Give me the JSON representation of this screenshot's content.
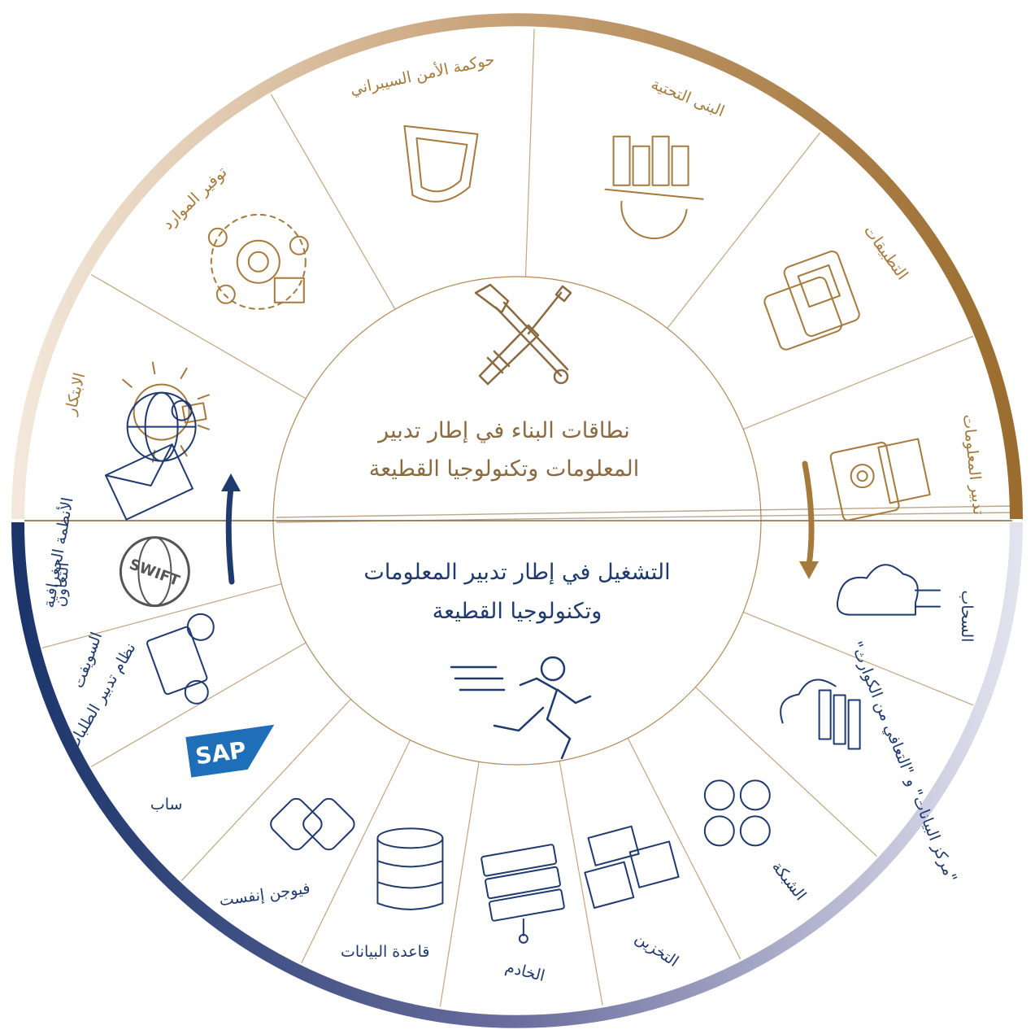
{
  "center": {
    "top_title_line1": "نطاقات البناء في إطار تدبير",
    "top_title_line2": "المعلومات وتكنولوجيا القطيعة",
    "bottom_title_line1": "التشغيل في إطار تدبير المعلومات",
    "bottom_title_line2": "وتكنولوجيا القطيعة"
  },
  "build_domains": [
    {
      "label": "حوكمة الأمن السيبراني",
      "icon": "shield-icon"
    },
    {
      "label": "البنى التحتية",
      "icon": "infrastructure-icon"
    },
    {
      "label": "التطبيقات",
      "icon": "applications-icon"
    },
    {
      "label": "تدبير المعلومات",
      "icon": "documents-gear-icon"
    },
    {
      "label": "الابتكار",
      "icon": "lightbulb-icon"
    },
    {
      "label": "توفير الموارد",
      "icon": "resources-icon"
    }
  ],
  "operation_domains": [
    {
      "label": "السحاب",
      "icon": "cloud-icon"
    },
    {
      "label": "\"مركز البيانات\" و \"التعافي من الكوارث\"",
      "icon": "datacenter-icon"
    },
    {
      "label": "الشبكة",
      "icon": "network-icon"
    },
    {
      "label": "التخزين",
      "icon": "storage-icon"
    },
    {
      "label": "الخادم",
      "icon": "server-icon"
    },
    {
      "label": "قاعدة البيانات",
      "icon": "database-icon"
    },
    {
      "label": "فيوجن إنفست",
      "icon": "fusion-invest-icon"
    },
    {
      "label": "ساب",
      "icon": "sap-logo",
      "logo_text": "SAP"
    },
    {
      "label": "نظام تدبير الطلبات",
      "icon": "request-system-icon"
    },
    {
      "label": "السويفت",
      "icon": "swift-logo",
      "logo_text": "SWIFT"
    },
    {
      "label": "التعاون",
      "icon": "envelope-icon"
    },
    {
      "label": "الأنظمة الجغرافية",
      "icon": "globe-pin-icon"
    }
  ],
  "colors": {
    "gold": "#a57a3c",
    "gold_light": "#ead9c2",
    "navy": "#1f3a6e",
    "lavender": "#dcdceb",
    "line": "#b8956a"
  }
}
